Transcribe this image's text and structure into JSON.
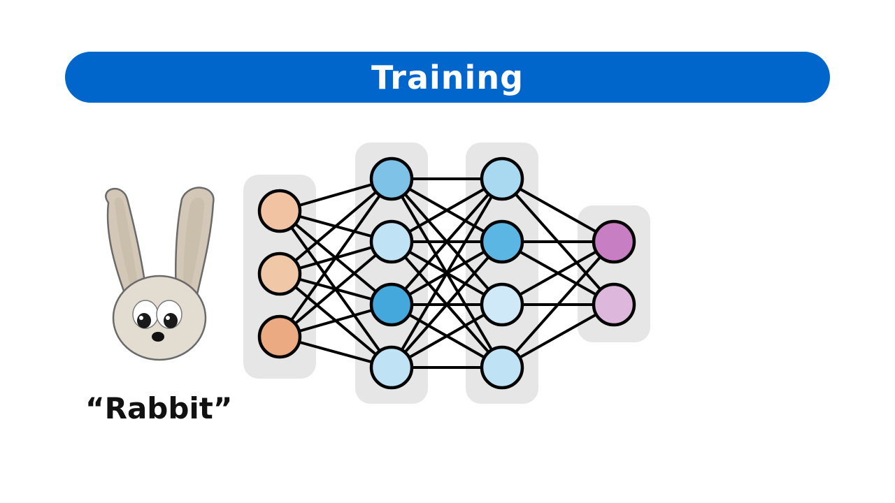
{
  "header": {
    "title": "Training"
  },
  "input": {
    "caption": "“Rabbit”"
  },
  "network": {
    "layers": [
      {
        "name": "input-layer",
        "colors": [
          "#f2c3a3",
          "#f0c8a8",
          "#ebaa82"
        ]
      },
      {
        "name": "hidden-layer-1",
        "colors": [
          "#7ec2e8",
          "#bfe2f5",
          "#45a8dc",
          "#bfe2f5"
        ]
      },
      {
        "name": "hidden-layer-2",
        "colors": [
          "#a9d8f1",
          "#5cb6e3",
          "#cfe9f8",
          "#bfe2f5"
        ]
      },
      {
        "name": "output-layer",
        "colors": [
          "#c87ec2",
          "#ddb8dc"
        ]
      }
    ],
    "connections": "fully-connected"
  },
  "colors": {
    "title_bar": "#0066cc",
    "layer_background": "#e6e6e6",
    "edge": "#000000"
  }
}
